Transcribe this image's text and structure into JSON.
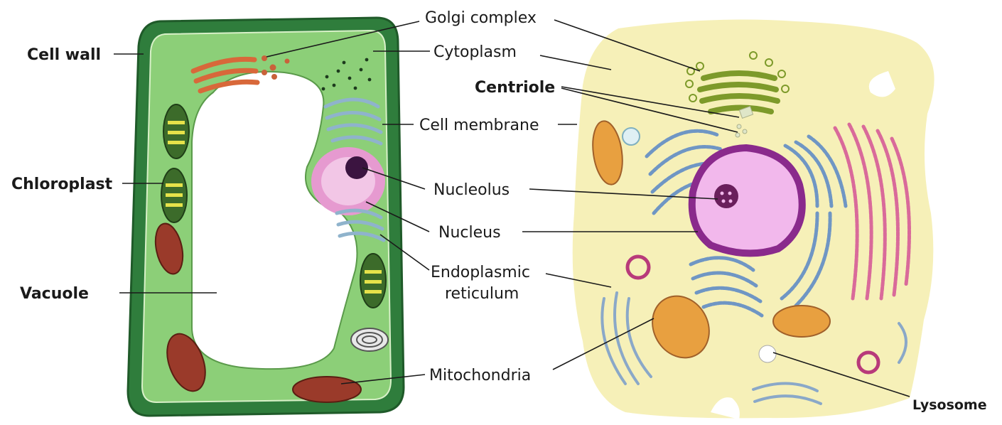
{
  "labels": {
    "cell_wall": "Cell wall",
    "chloroplast": "Chloroplast",
    "vacuole": "Vacuole",
    "golgi_complex": "Golgi complex",
    "cytoplasm": "Cytoplasm",
    "centriole": "Centriole",
    "cell_membrane": "Cell membrane",
    "nucleolus": "Nucleolus",
    "nucleus": "Nucleus",
    "endoplasmic_reticulum_line1": "Endoplasmic",
    "endoplasmic_reticulum_line2": "reticulum",
    "mitochondria": "Mitochondria",
    "lysosome": "Lysosome"
  },
  "colors": {
    "plant_wall": "#2f7d3c",
    "plant_cytoplasm": "#8ccf78",
    "vacuole": "#ffffff",
    "chloroplast": "#3c6b2a",
    "chloroplast_band": "#e6e24a",
    "mitochondria_plant": "#9a3a2a",
    "nucleus": "#e69ad0",
    "nucleolus": "#3b1440",
    "golgi_plant": "#d8683a",
    "er": "#8fb3cc",
    "animal_cytoplasm": "#f6f0b8",
    "animal_nucleus": "#f2b8ec",
    "animal_nuclear_envelope": "#8a2a8c",
    "animal_er_rough": "#6f96c4",
    "animal_er_pink": "#d96a9a",
    "golgi_animal": "#7d9a2a",
    "mitochondria_animal": "#e8a040",
    "lysosome": "#ffffff"
  }
}
